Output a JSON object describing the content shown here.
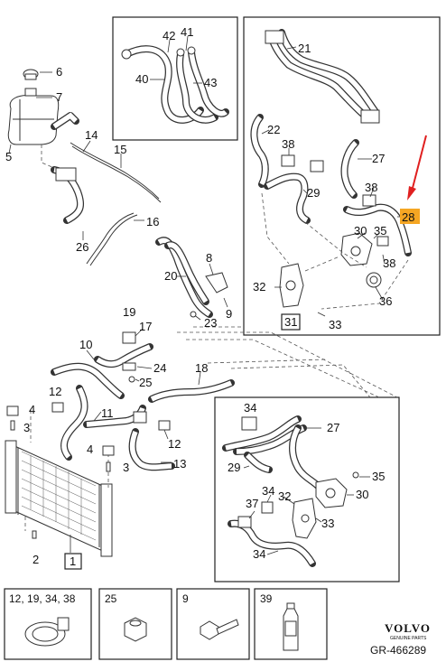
{
  "labels": {
    "l1": "1",
    "l2": "2",
    "l3a": "3",
    "l3b": "3",
    "l4a": "4",
    "l4b": "4",
    "l5": "5",
    "l6": "6",
    "l7": "7",
    "l8": "8",
    "l9": "9",
    "l10": "10",
    "l11": "11",
    "l12a": "12",
    "l12b": "12",
    "l13": "13",
    "l14": "14",
    "l15": "15",
    "l16": "16",
    "l17": "17",
    "l18": "18",
    "l19": "19",
    "l20": "20",
    "l21": "21",
    "l22": "22",
    "l23": "23",
    "l24": "24",
    "l25": "25",
    "l26": "26",
    "l27a": "27",
    "l27b": "27",
    "l28": "28",
    "l29a": "29",
    "l29b": "29",
    "l30a": "30",
    "l30b": "30",
    "l32a": "32",
    "l32b": "32",
    "l33a": "33",
    "l33b": "33",
    "l34a": "34",
    "l34b": "34",
    "l34c": "34",
    "l35a": "35",
    "l35b": "35",
    "l36": "36",
    "l37": "37",
    "l38a": "38",
    "l38b": "38",
    "l38c": "38",
    "l39": "39",
    "l40": "40",
    "l41": "41",
    "l42": "42",
    "l43": "43",
    "l31": "31"
  },
  "legend": {
    "clamp_parts": "12, 19, 34, 38",
    "spacer_part": "25",
    "bolt_part": "9",
    "coolant_part": "39"
  },
  "brand": {
    "name": "VOLVO",
    "sub": "GENUINE PARTS"
  },
  "reference": "GR-466289",
  "colors": {
    "highlight": "#f5a623",
    "arrow": "#e02020",
    "line": "#333333"
  }
}
